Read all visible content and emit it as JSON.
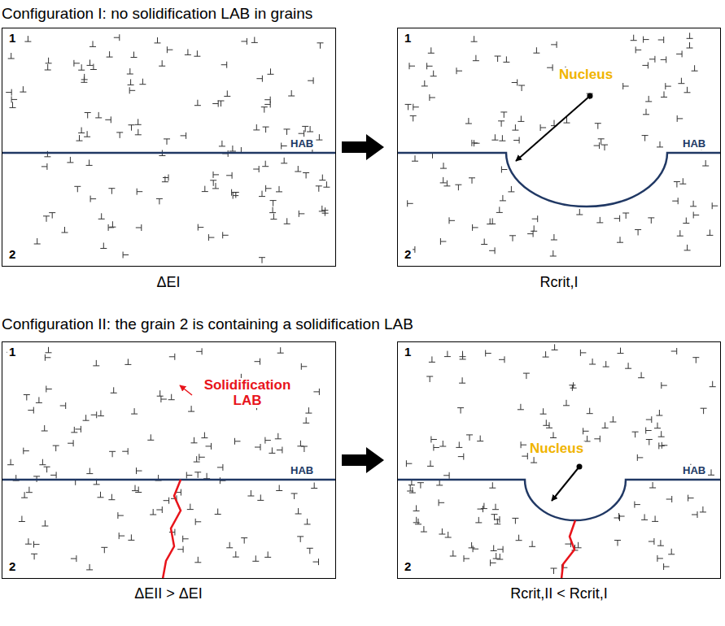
{
  "diagram": {
    "nodes": [
      {
        "text": [
          "1",
          "2",
          "HAB"
        ]
      },
      {
        "text": [
          "1",
          "2",
          "HAB",
          "Nucleus"
        ]
      },
      {
        "text": [
          "1",
          "2",
          "HAB",
          "Solidification LAB"
        ]
      },
      {
        "text": [
          "1",
          "2",
          "HAB",
          "Nucleus"
        ]
      }
    ],
    "edges": [
      {
        "from": 0,
        "to": 1,
        "arrow": "to"
      },
      {
        "from": 2,
        "to": 3,
        "arrow": "to"
      }
    ],
    "labels": [
      "Configuration I: no solidification LAB in grains",
      "ΔEI",
      "Rcrit,I",
      "Configuration II: the grain 2 is containing a solidification LAB",
      "ΔEII > ΔEI",
      "Rcrit,II < Rcrit,I"
    ]
  }
}
